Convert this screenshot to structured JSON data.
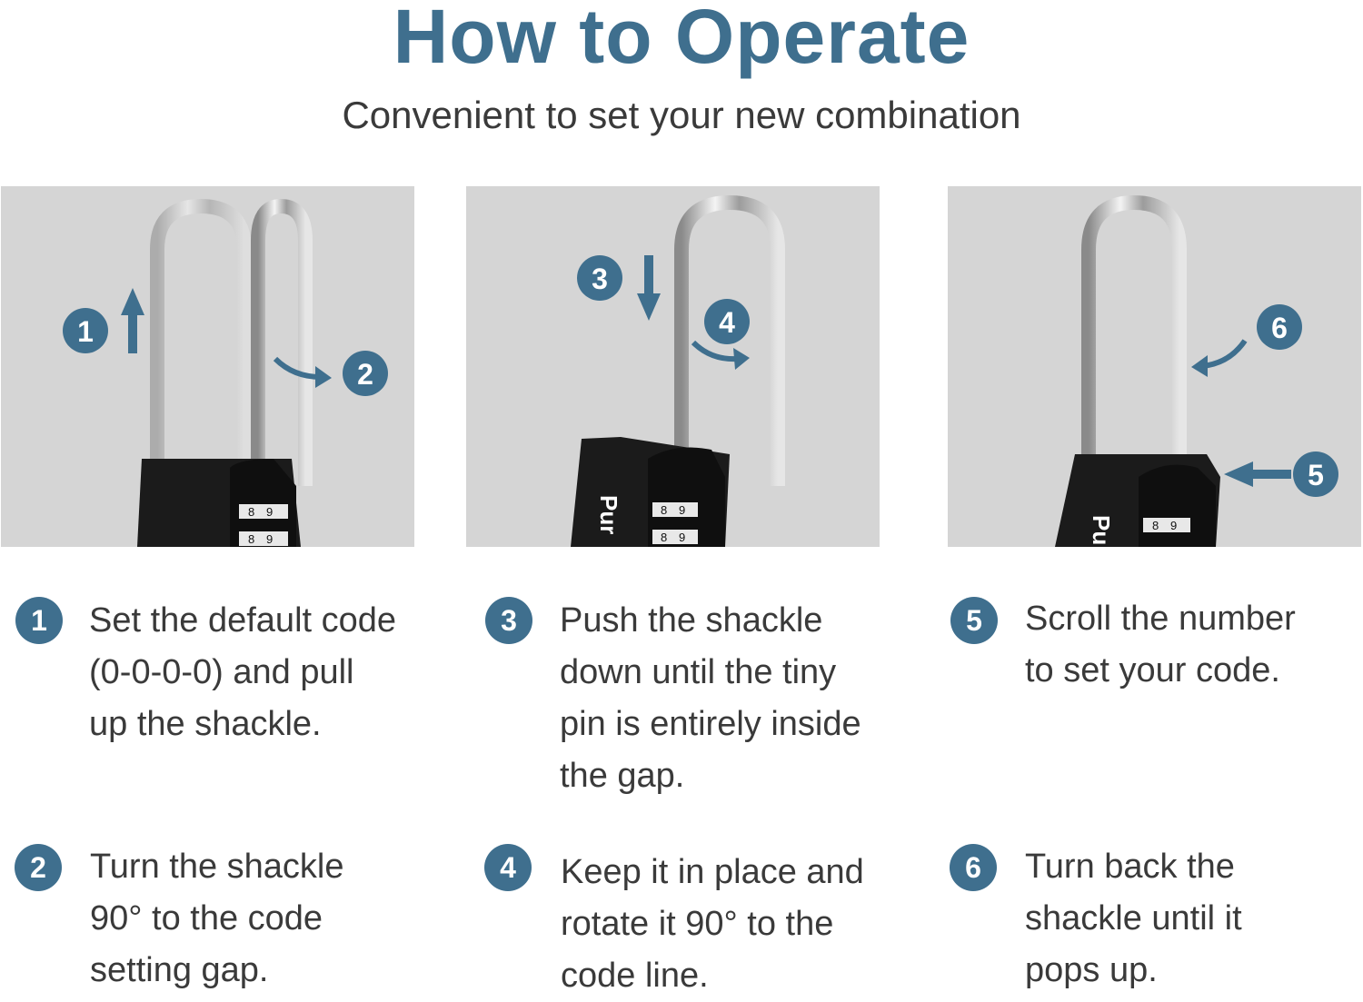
{
  "header": {
    "title": "How to Operate",
    "subtitle": "Convenient to set your new combination"
  },
  "colors": {
    "accent": "#3f6f8e",
    "panel_background": "#d5d5d5",
    "text": "#3a3a3a",
    "lock_body": "#1b1b1b",
    "shackle": "#c9c9c9"
  },
  "panels": [
    {
      "markers": [
        "1",
        "2"
      ],
      "arrows": [
        "arrow-up-icon",
        "curved-arrow-right-icon"
      ],
      "brand_text": "",
      "dial_digits": [
        "8",
        "9"
      ]
    },
    {
      "markers": [
        "3",
        "4"
      ],
      "arrows": [
        "arrow-down-icon",
        "curved-arrow-right-icon"
      ],
      "brand_text": "Pur",
      "dial_digits": [
        "8",
        "9"
      ]
    },
    {
      "markers": [
        "6",
        "5"
      ],
      "arrows": [
        "curved-arrow-left-icon",
        "arrow-left-icon"
      ],
      "brand_text": "Pu",
      "dial_digits": [
        "8",
        "9"
      ]
    }
  ],
  "steps": [
    {
      "number": "1",
      "text": "Set the default code\n(0-0-0-0) and pull\nup the shackle."
    },
    {
      "number": "2",
      "text": "Turn the shackle\n90° to the code\nsetting gap."
    },
    {
      "number": "3",
      "text": "Push the shackle\ndown until the tiny\npin is entirely inside\nthe gap."
    },
    {
      "number": "4",
      "text": "Keep it in place and\nrotate it 90° to the\ncode line."
    },
    {
      "number": "5",
      "text": "Scroll the number\nto set your code."
    },
    {
      "number": "6",
      "text": "Turn back the\nshackle until it\npops up."
    }
  ]
}
